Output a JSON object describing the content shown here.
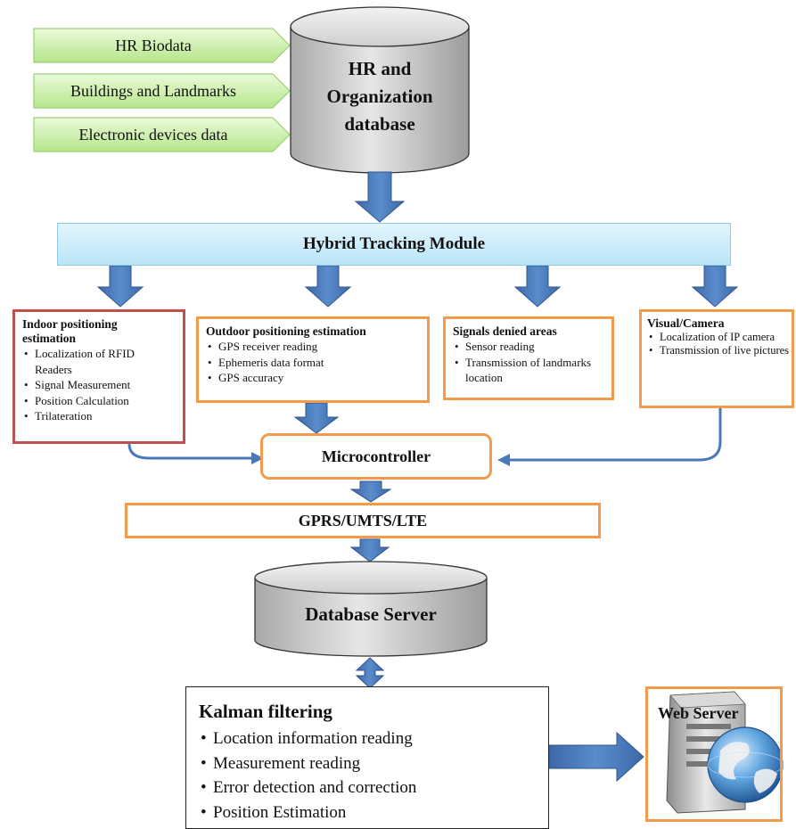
{
  "inputs": [
    "HR Biodata",
    "Buildings and Landmarks",
    "Electronic devices data"
  ],
  "hr_database": {
    "lines": [
      "HR and",
      "Organization",
      "database"
    ]
  },
  "hybrid_module": "Hybrid Tracking Module",
  "indoor": {
    "title_lines": [
      "Indoor positioning",
      "estimation"
    ],
    "items": [
      "Localization of RFID Readers",
      "Signal Measurement",
      "Position Calculation",
      "Trilateration"
    ]
  },
  "outdoor": {
    "title": "Outdoor positioning estimation",
    "items": [
      "GPS receiver reading",
      "Ephemeris data format",
      "GPS accuracy"
    ]
  },
  "signals": {
    "title": "Signals denied areas",
    "items": [
      "Sensor reading",
      "Transmission of landmarks location"
    ]
  },
  "visual": {
    "title": "Visual/Camera",
    "items": [
      "Localization of IP camera",
      "Transmission of live pictures"
    ]
  },
  "microcontroller": "Microcontroller",
  "network": "GPRS/UMTS/LTE",
  "database_server": "Database Server",
  "kalman": {
    "title": "Kalman filtering",
    "items": [
      "Location information reading",
      "Measurement reading",
      "Error detection and correction",
      "Position Estimation"
    ]
  },
  "web_server": "Web Server",
  "colors": {
    "input_fill": "#c8f0a8",
    "module_fill": "#c9ecfa",
    "box_border": "#f39b4a",
    "indoor_border": "#c0504d",
    "arrow_fill": "#4a78b8",
    "db_fill": "#c8c8c8"
  }
}
